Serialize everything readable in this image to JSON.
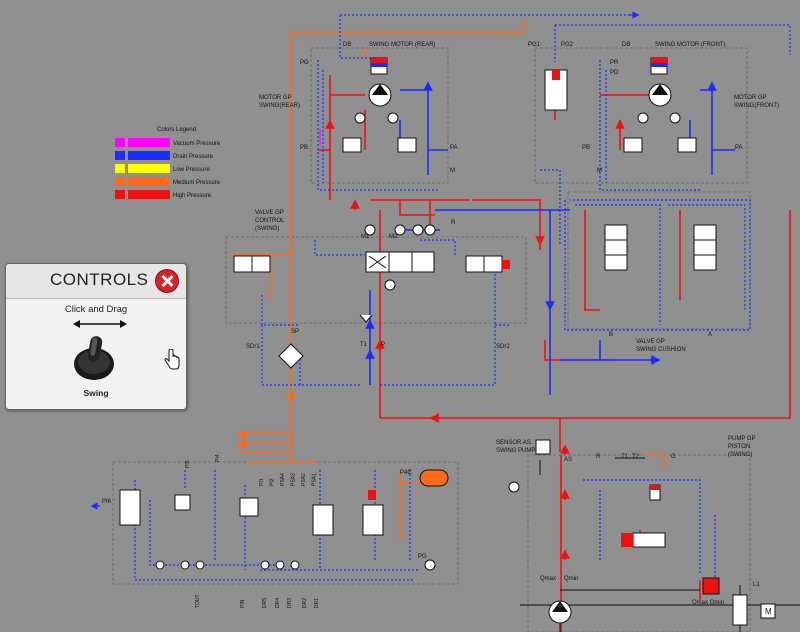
{
  "legend": {
    "title": "Colors Legend",
    "items": [
      {
        "label": "Vacuum Pressure",
        "color": "#ff00ff"
      },
      {
        "label": "Drain Pressure",
        "color": "#1a2cff"
      },
      {
        "label": "Low Pressure",
        "color": "#ffff00"
      },
      {
        "label": "Medium Pressure",
        "color": "#ff6a1a"
      },
      {
        "label": "High Pressure",
        "color": "#ee1111"
      }
    ]
  },
  "labels": {
    "swing_motor_rear": "SWING MOTOR (REAR)",
    "swing_motor_front": "SWING MOTOR (FRONT)",
    "motor_gp_rear_1": "MOTOR GP",
    "motor_gp_rear_2": "SWING(REAR)",
    "motor_gp_front_1": "MOTOR GP",
    "motor_gp_front_2": "SWING(FRONT)",
    "valve_gp_control_1": "VALVE GP",
    "valve_gp_control_2": "CONTROL",
    "valve_gp_control_3": "(SWING)",
    "valve_gp_cushion_1": "VALVE GP",
    "valve_gp_cushion_2": "SWING CUSHION",
    "sensor_1": "SENSOR AS.",
    "sensor_2": "SWING PUMP",
    "pump_gp_1": "PUMP GP",
    "pump_gp_2": "PISTON",
    "pump_gp_3": "(SWING)",
    "pg_rear": "PG",
    "db_rear": "DB",
    "pb_rear": "PB",
    "pa_rear": "PA",
    "m_rear": "M",
    "pg1": "PG1",
    "pg2": "PG2",
    "db_front": "DB",
    "pr": "PR",
    "pd": "PD",
    "pb_front": "PB",
    "pa_front": "PA",
    "m_front": "M",
    "m1": "M1",
    "m2": "M2",
    "r_valve": "R",
    "sp": "SP",
    "sdr1": "SDr1",
    "sdr2": "SDr2",
    "t1_main": "T1",
    "p_main": "P",
    "b_cushion": "B",
    "a_cushion": "A",
    "as": "AS",
    "r_pump": "R",
    "t1_pump": "T1",
    "t2_pump": "T2",
    "g_pump": "G",
    "qmax": "Qmax",
    "qmin": "Qmin",
    "qmax_qmin": "Qmax Qmin",
    "l1": "L1",
    "m_motor": "M",
    "pac": "P4C",
    "pg_bottom": "PG",
    "pi6": "PI6",
    "pi_ports": [
      "PI1",
      "PI2",
      "PSA4",
      "PSA3",
      "PSA2",
      "PSA1"
    ],
    "pi4": "PI4",
    "pi5": "PI5",
    "bottom_ports": [
      "TOUT",
      "PIN",
      "DR5",
      "DR4",
      "DR3",
      "DR2",
      "DR1"
    ]
  },
  "controls": {
    "title": "CONTROLS",
    "hint": "Click and Drag",
    "joystick_label": "Swing"
  }
}
